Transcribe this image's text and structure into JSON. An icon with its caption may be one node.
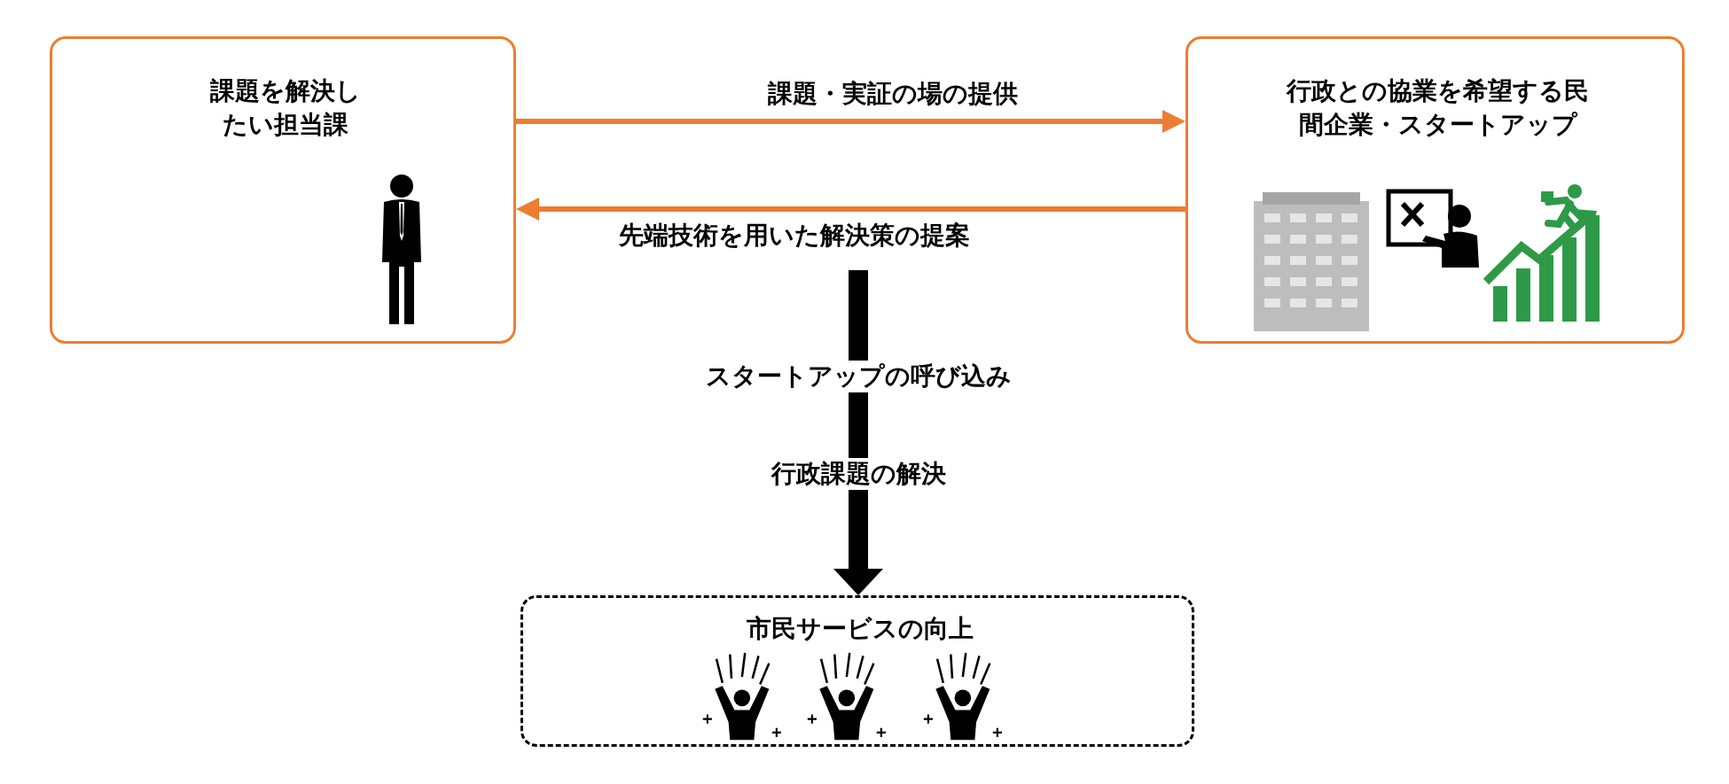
{
  "diagram": {
    "nodes": [
      {
        "text": [
          "課題を解決したい担当課"
        ]
      },
      {
        "text": [
          "行政との協業を希望する民間企業・スタートアップ"
        ]
      },
      {
        "text": [
          "市民サービスの向上"
        ]
      }
    ],
    "edges": [
      {
        "from": 0,
        "to": 1,
        "arrow": "to",
        "label": "課題・実証の場の提供"
      },
      {
        "from": 1,
        "to": 0,
        "arrow": "to",
        "label": "先端技術を用いた解決策の提案"
      },
      {
        "from": null,
        "to": 2,
        "arrow": "to",
        "style": "thick",
        "color": "#000000"
      }
    ],
    "labels": [
      "スタートアップの呼び込み",
      "行政課題の解決"
    ]
  }
}
